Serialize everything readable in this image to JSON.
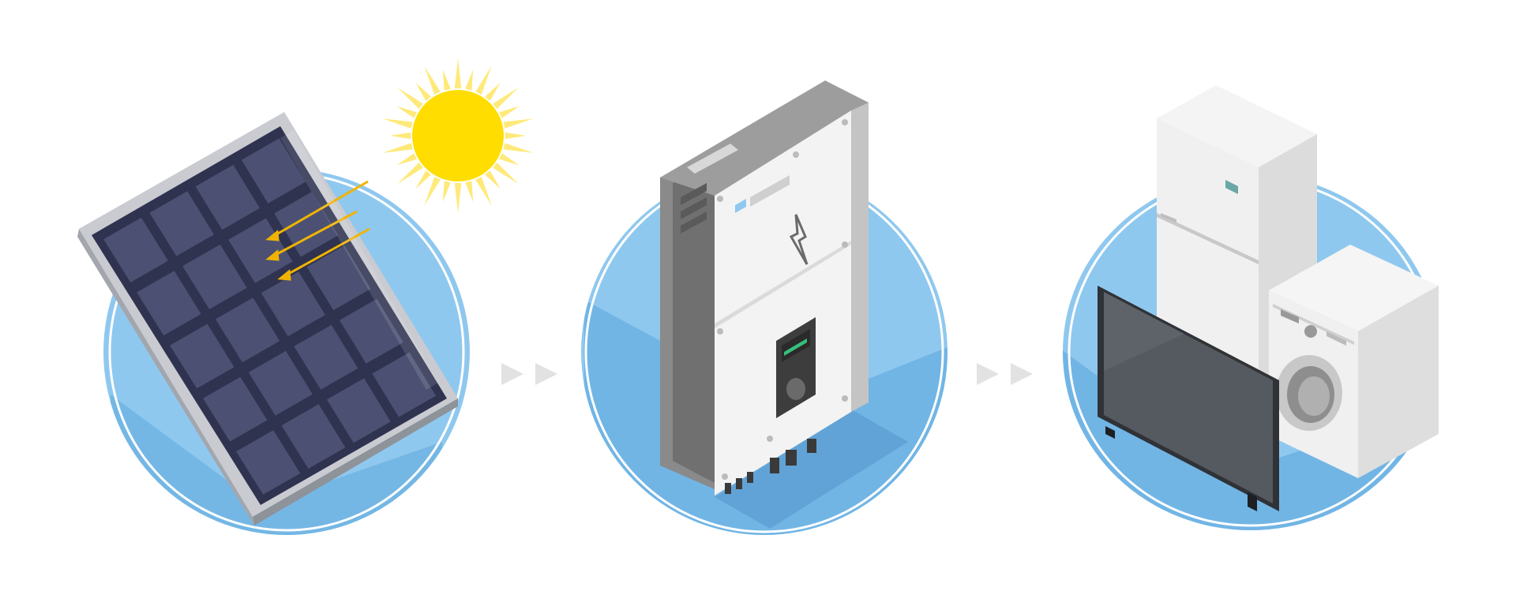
{
  "diagram": {
    "steps": [
      {
        "id": "solar-panel",
        "icon": "solar-panel-icon"
      },
      {
        "id": "inverter",
        "icon": "inverter-icon"
      },
      {
        "id": "appliances",
        "icon": "home-appliances-icon"
      }
    ],
    "connectors": [
      {
        "from": "solar-panel",
        "to": "inverter",
        "icon": "double-chevron-arrow"
      },
      {
        "from": "inverter",
        "to": "appliances",
        "icon": "double-chevron-arrow"
      }
    ],
    "colors": {
      "circle_fill": "#8fc8ef",
      "circle_shadow": "#5ea9dd",
      "circle_outline": "#ffffff",
      "sun": "#ffdd00",
      "sun_rays": "#ffe97a",
      "sunlight_arrows": "#f0b400",
      "panel_cell": "#4c5173",
      "panel_frame": "#b9bcc3",
      "inverter_body": "#f1f1f1",
      "inverter_dark": "#7b7b7b",
      "display_green": "#36c07a",
      "arrow": "#e2e2e2",
      "tv_screen": "#4f5358"
    }
  }
}
